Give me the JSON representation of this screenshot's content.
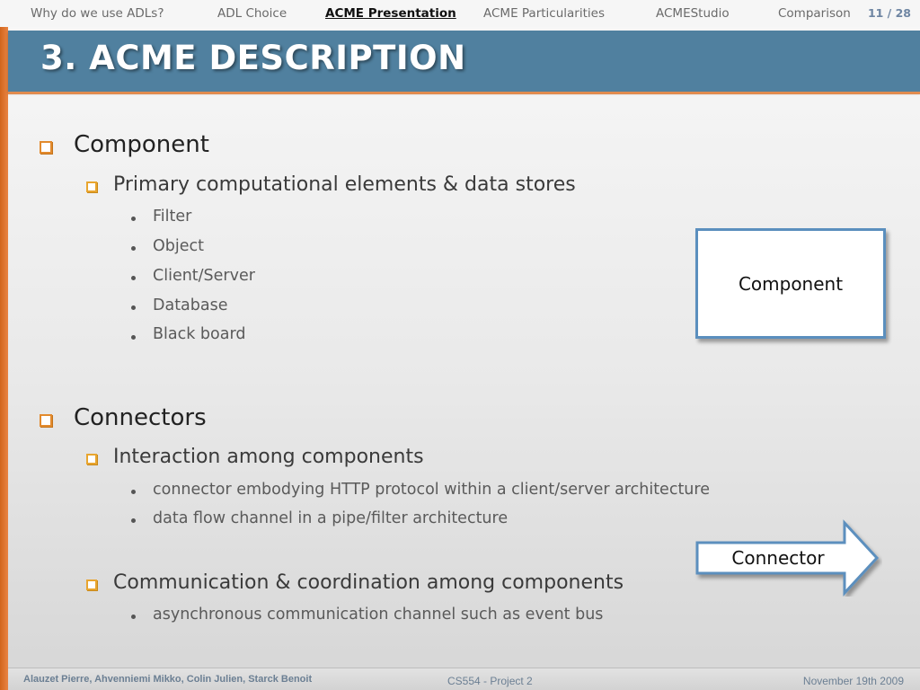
{
  "nav": {
    "items": [
      "Why do we use ADLs?",
      "ADL Choice",
      "ACME Presentation",
      "ACME Particularities",
      "ACMEStudio",
      "Comparison"
    ],
    "active_index": 2,
    "page_number": "11 / 28"
  },
  "title": "3. ACME DESCRIPTION",
  "content": {
    "component": {
      "heading": "Component",
      "sub": "Primary computational elements & data stores",
      "items": [
        "Filter",
        "Object",
        "Client/Server",
        "Database",
        "Black board"
      ]
    },
    "connectors": {
      "heading": "Connectors",
      "sub1": "Interaction among components",
      "sub1_items": [
        "connector embodying HTTP protocol within a client/server architecture",
        "data flow channel in a pipe/filter architecture"
      ],
      "sub2": "Communication & coordination among components",
      "sub2_items": [
        "asynchronous communication channel such as event bus"
      ]
    }
  },
  "diagram": {
    "component_label": "Component",
    "connector_label": "Connector"
  },
  "footer": {
    "authors": "Alauzet Pierre, Ahvenniemi Mikko, Colin Julien, Starck Benoit",
    "course": "CS554 - Project 2",
    "date": "November 19th 2009"
  },
  "colors": {
    "title_band": "#50809f",
    "accent_orange": "#e28a2d",
    "left_bar": "#d2651c",
    "diagram_border": "#5b8fbe"
  }
}
